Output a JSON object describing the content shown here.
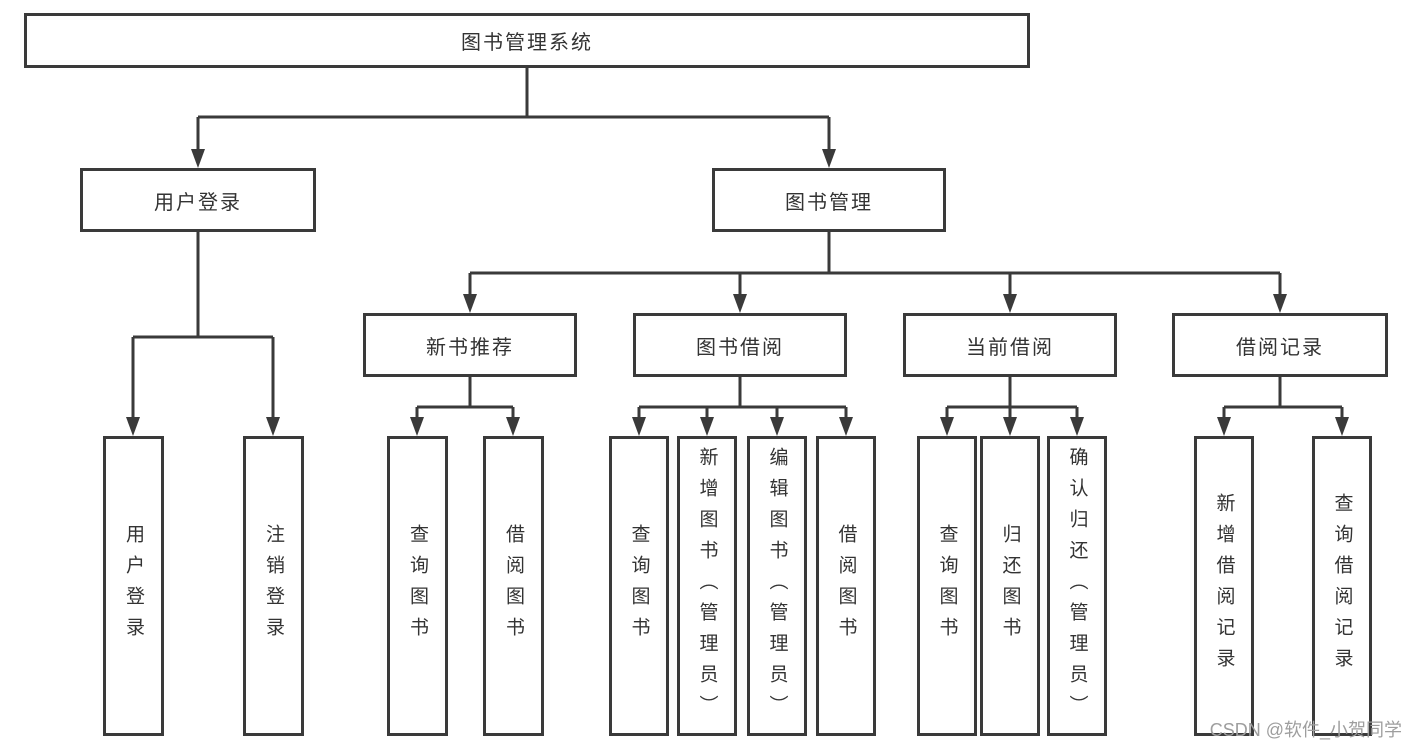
{
  "colors": {
    "line": "#3a3a3a",
    "box_border": "#3a3a3a",
    "text": "#333333",
    "background": "#ffffff",
    "watermark": "#9e9e9e"
  },
  "watermark": {
    "text": "CSDN @软件_小贺同学"
  },
  "tree": {
    "root": {
      "label": "图书管理系统",
      "children": [
        {
          "label": "用户登录",
          "children": [
            {
              "label": "用户登录"
            },
            {
              "label": "注销登录"
            }
          ]
        },
        {
          "label": "图书管理",
          "children": [
            {
              "label": "新书推荐",
              "children": [
                {
                  "label": "查询图书"
                },
                {
                  "label": "借阅图书"
                }
              ]
            },
            {
              "label": "图书借阅",
              "children": [
                {
                  "label": "查询图书"
                },
                {
                  "label": "新增图书（管理员）"
                },
                {
                  "label": "编辑图书（管理员）"
                },
                {
                  "label": "借阅图书"
                }
              ]
            },
            {
              "label": "当前借阅",
              "children": [
                {
                  "label": "查询图书"
                },
                {
                  "label": "归还图书"
                },
                {
                  "label": "确认归还（管理员）"
                }
              ]
            },
            {
              "label": "借阅记录",
              "children": [
                {
                  "label": "新增借阅记录"
                },
                {
                  "label": "查询借阅记录"
                }
              ]
            }
          ]
        }
      ]
    }
  }
}
